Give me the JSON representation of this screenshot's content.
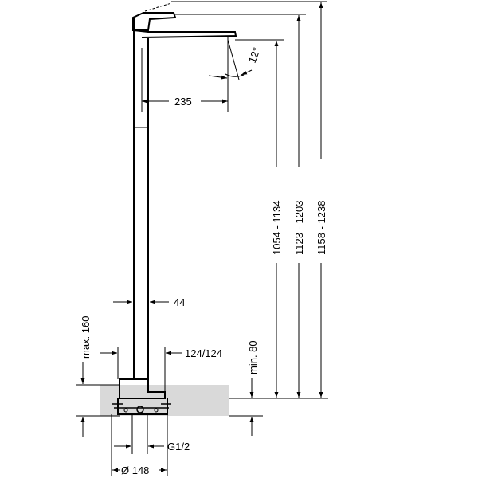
{
  "drawing": {
    "spout_tilt": "12°",
    "projection": "235",
    "tube_diameter": "44",
    "mixer_depth": "max. 160",
    "inlet_spacing": "124/124",
    "floor_clearance": "min. 80",
    "height_min": "1054 - 1134",
    "height_mid": "1123 - 1203",
    "height_max": "1158 - 1238",
    "connection": "G1/2",
    "base_diameter": "Ø 148"
  }
}
